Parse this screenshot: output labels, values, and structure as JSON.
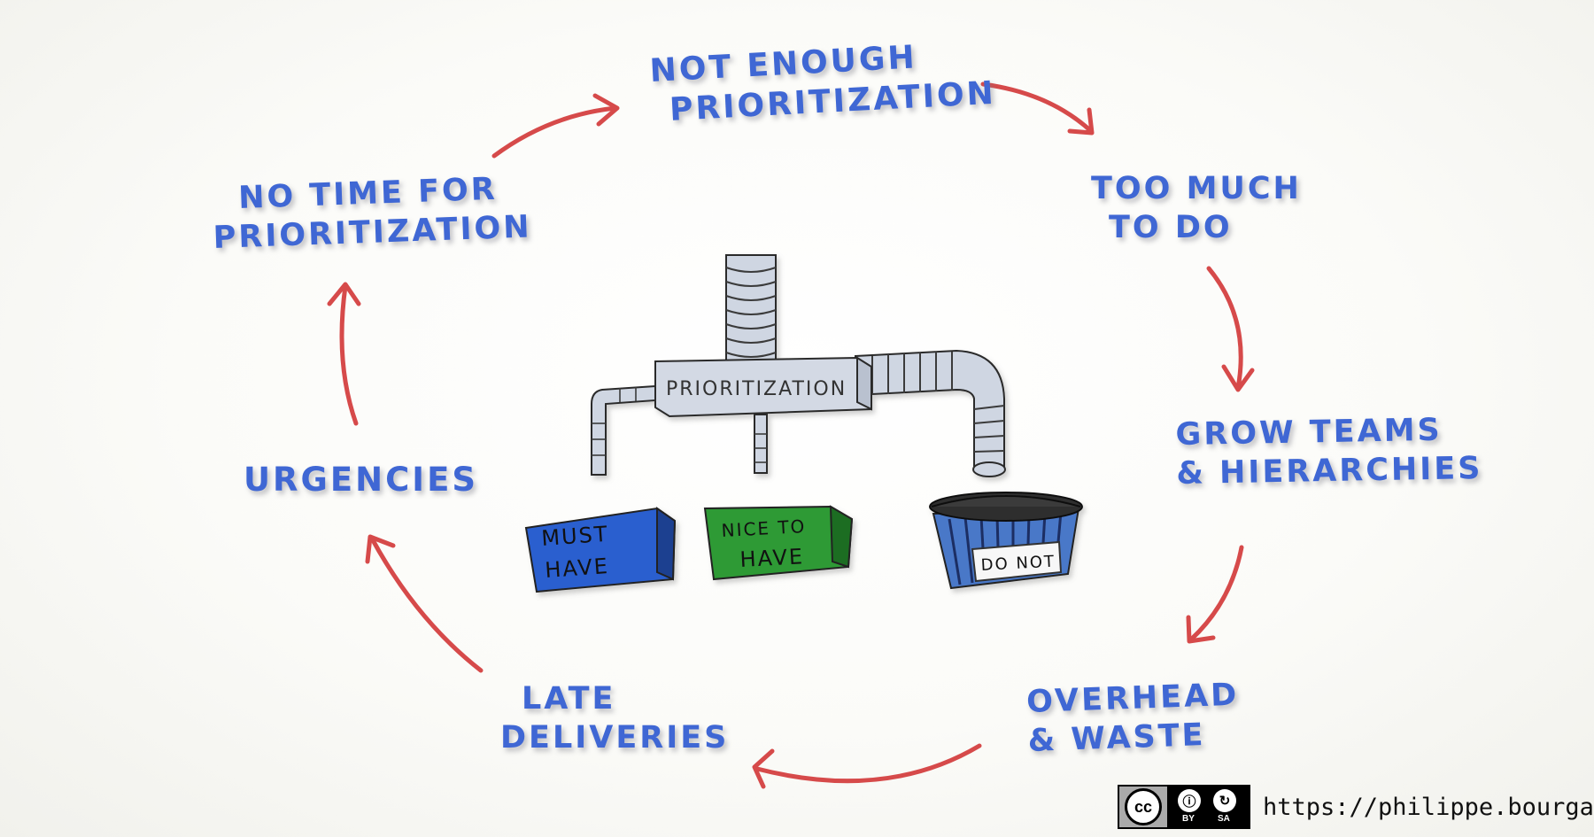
{
  "cycle": [
    {
      "lines": [
        "NOT ENOUGH",
        "PRIORITIZATION"
      ]
    },
    {
      "lines": [
        "TOO MUCH",
        "TO DO"
      ]
    },
    {
      "lines": [
        "GROW TEAMS",
        "& HIERARCHIES"
      ]
    },
    {
      "lines": [
        "OVERHEAD",
        "& WASTE"
      ]
    },
    {
      "lines": [
        "LATE",
        "DELIVERIES"
      ]
    },
    {
      "lines": [
        "URGENCIES"
      ]
    },
    {
      "lines": [
        "NO TIME FOR",
        "PRIORITIZATION"
      ]
    }
  ],
  "funnel": {
    "title": "PRIORITIZATION",
    "bins": [
      {
        "lines": [
          "MUST",
          "HAVE"
        ],
        "color": "#2b5fcf"
      },
      {
        "lines": [
          "NICE TO",
          "HAVE"
        ],
        "color": "#2e9a35"
      },
      {
        "lines": [
          "DO NOT"
        ],
        "color": "#4a78c8"
      }
    ]
  },
  "colors": {
    "text": "#3f67d4",
    "arrow": "#d64a4a",
    "pipe": "#cfd6e2"
  },
  "footer": {
    "license_icon": "cc-by-sa-icon",
    "cc": "cc",
    "by": "BY",
    "sa": "SA",
    "url": "https://philippe.bourgau.net"
  }
}
